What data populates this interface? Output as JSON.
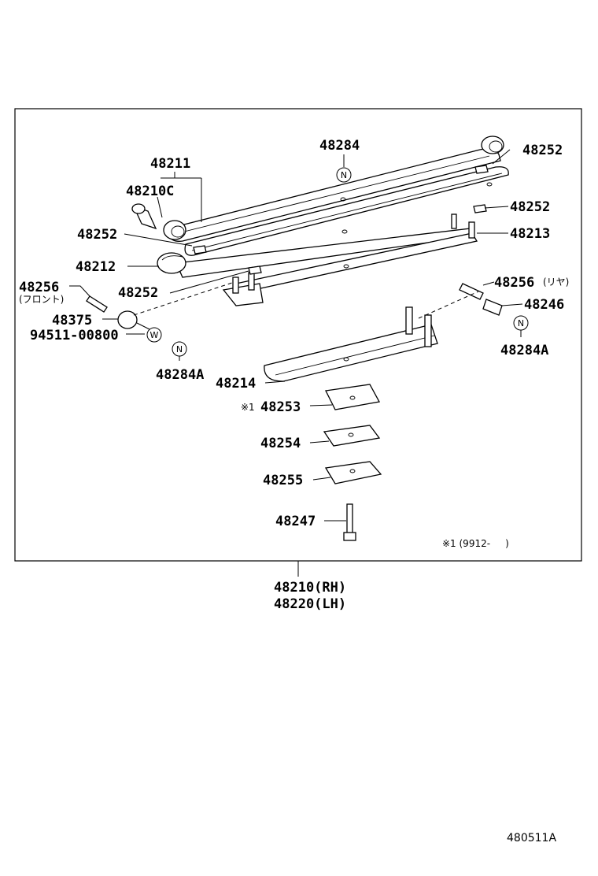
{
  "parts": {
    "p48284": "48284",
    "p48211": "48211",
    "p48210c": "48210C",
    "p48252_top": "48252",
    "p48252_right": "48252",
    "p48252_left": "48252",
    "p48252_bottom": "48252",
    "p48213": "48213",
    "p48212": "48212",
    "p48256_front": "48256",
    "front_note": "(フロント)",
    "p48256_rear": "48256",
    "rear_note": "(リヤ)",
    "p48375": "48375",
    "p48246": "48246",
    "p94511": "94511-00800",
    "p48284a_left": "48284A",
    "p48284a_right": "48284A",
    "p48214": "48214",
    "p48253_mark": "※1",
    "p48253": "48253",
    "p48254": "48254",
    "p48255": "48255",
    "p48247": "48247",
    "footnote": "※1 (9912-     )",
    "assy_rh": "48210(RH)",
    "assy_lh": "48220(LH)",
    "figure_code": "480511A"
  },
  "badges": {
    "n": "N",
    "w": "W"
  },
  "icons": [
    "n-badge-icon",
    "w-badge-icon"
  ]
}
